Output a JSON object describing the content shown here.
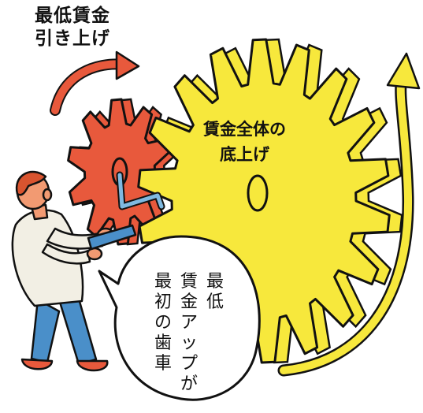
{
  "caption_top": {
    "line1": "最低賃金",
    "line2": "引き上げ"
  },
  "gear_caption": {
    "line1": "賃金全体の",
    "line2": "底上げ"
  },
  "speech_bubble": {
    "line1": "最低",
    "line2": "賃金アップが",
    "line3": "最初の歯車"
  },
  "colors": {
    "small_gear": "#e8593c",
    "big_gear": "#f7e83c",
    "arrow_left": "#e8593c",
    "arrow_right": "#f7e83c",
    "outline": "#111111",
    "shirt": "#f2efe4",
    "pants": "#4a8fc9",
    "skin": "#f29a72",
    "hair": "#d9542f"
  },
  "icons": [
    "curved-arrow-icon",
    "gear-icon",
    "crank-handle-icon",
    "person-illustration"
  ]
}
